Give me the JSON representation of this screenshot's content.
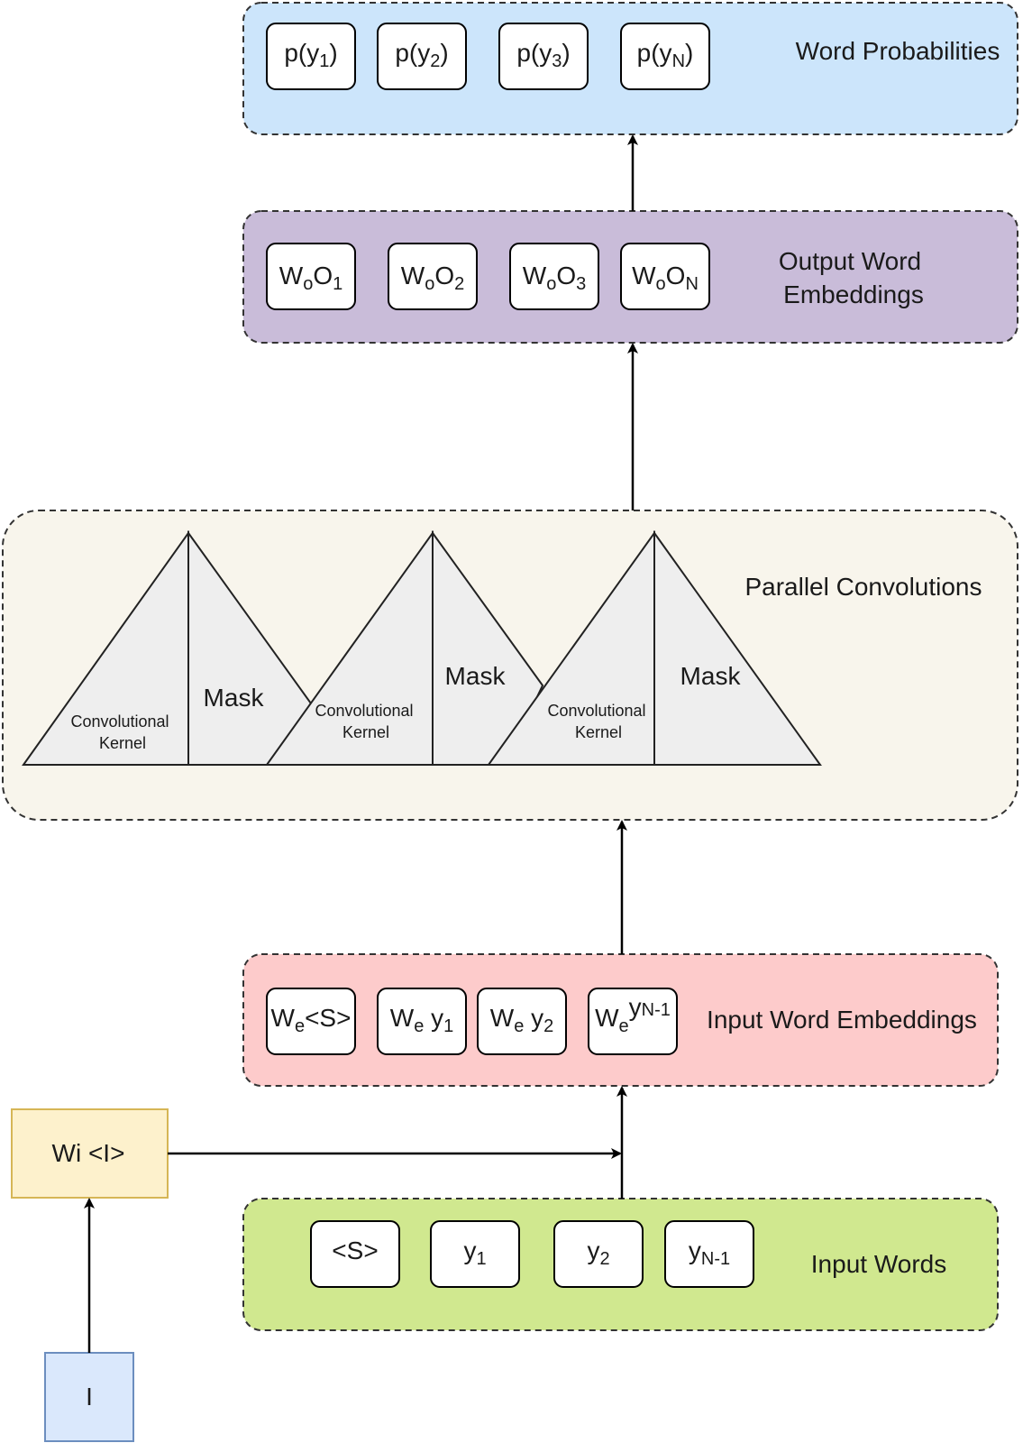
{
  "colors": {
    "word_probabilities": "#cce5fb",
    "output_embeddings": "#c9bcd9",
    "parallel_convolutions": "#f8f5ec",
    "input_embeddings": "#fdcbcb",
    "input_words": "#d0e88f",
    "image_feature": "#fdf1cc",
    "image_feature_border": "#d6b656",
    "image_input": "#dae8fc",
    "image_input_border": "#6c8ebf",
    "triangle_fill": "#eeeeee"
  },
  "word_probabilities": {
    "label": "Word Probabilities",
    "tokens": [
      {
        "base": "p(y",
        "sub": "1",
        "tail": ")"
      },
      {
        "base": "p(y",
        "sub": "2",
        "tail": ")"
      },
      {
        "base": "p(y",
        "sub": "3",
        "tail": ")"
      },
      {
        "base": "p(y",
        "sub": "N",
        "tail": ")"
      }
    ]
  },
  "output_embeddings": {
    "label_line1": "Output Word",
    "label_line2": "Embeddings",
    "tokens": [
      {
        "base": "W",
        "sub": "o",
        "mid": "O",
        "sub2": "1"
      },
      {
        "base": "W",
        "sub": "o",
        "mid": "O",
        "sub2": "2"
      },
      {
        "base": "W",
        "sub": "o",
        "mid": "O",
        "sub2": "3"
      },
      {
        "base": "W",
        "sub": "o",
        "mid": "O",
        "sub2": "N"
      }
    ]
  },
  "parallel_convolutions": {
    "label": "Parallel Convolutions",
    "kernels": [
      {
        "kernel_line1": "Convolutional",
        "kernel_line2": "Kernel",
        "mask": "Mask"
      },
      {
        "kernel_line1": "Convolutional",
        "kernel_line2": "Kernel",
        "mask": "Mask"
      },
      {
        "kernel_line1": "Convolutional",
        "kernel_line2": "Kernel",
        "mask": "Mask"
      }
    ]
  },
  "input_embeddings": {
    "label": "Input Word Embeddings",
    "tokens": [
      {
        "base": "W",
        "sub": "e",
        "mid": "<S>",
        "sub2": ""
      },
      {
        "base": "W",
        "sub": "e",
        "mid": " y",
        "sub2": "1"
      },
      {
        "base": "W",
        "sub": "e",
        "mid": " y",
        "sub2": "2"
      },
      {
        "base": "W",
        "sub": "e",
        "mid": "y",
        "sub2": "N-1"
      }
    ]
  },
  "input_words": {
    "label": "Input Words",
    "tokens": [
      {
        "base": "<S>",
        "sub": ""
      },
      {
        "base": "y",
        "sub": "1"
      },
      {
        "base": "y",
        "sub": "2"
      },
      {
        "base": "y",
        "sub": "N-1"
      }
    ]
  },
  "image_feature": {
    "label": "Wi <I>"
  },
  "image_input": {
    "label": "I"
  }
}
